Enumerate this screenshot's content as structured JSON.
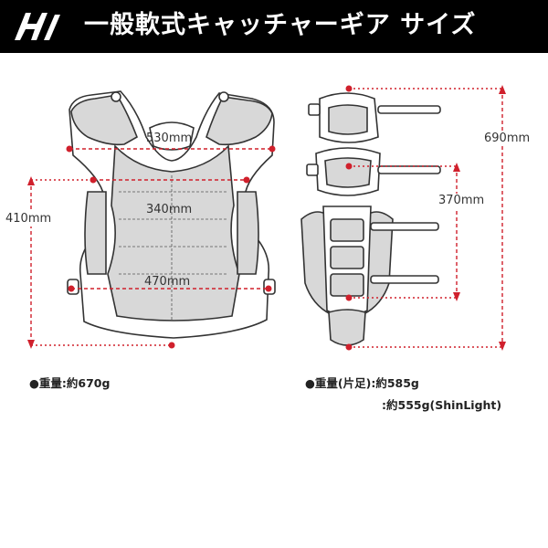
{
  "header": {
    "title": "一般軟式キャッチャーギア サイズ",
    "logo_icon": "hatakeyama-logo-icon",
    "background": "#000000",
    "title_color": "#ffffff"
  },
  "colors": {
    "dimension_line": "#d0202c",
    "outline": "#333333",
    "panel_fill": "#d8d8d8"
  },
  "chest_protector": {
    "dimensions": {
      "width_top": "530mm",
      "width_middle": "340mm",
      "width_bottom": "470mm",
      "height": "410mm"
    },
    "weight": "●重量:約670g"
  },
  "leg_guard": {
    "dimensions": {
      "height_total": "690mm",
      "height_inner": "370mm"
    },
    "weight_line1": "●重量(片足):約585g",
    "weight_line2": ":約555g(ShinLight)"
  }
}
